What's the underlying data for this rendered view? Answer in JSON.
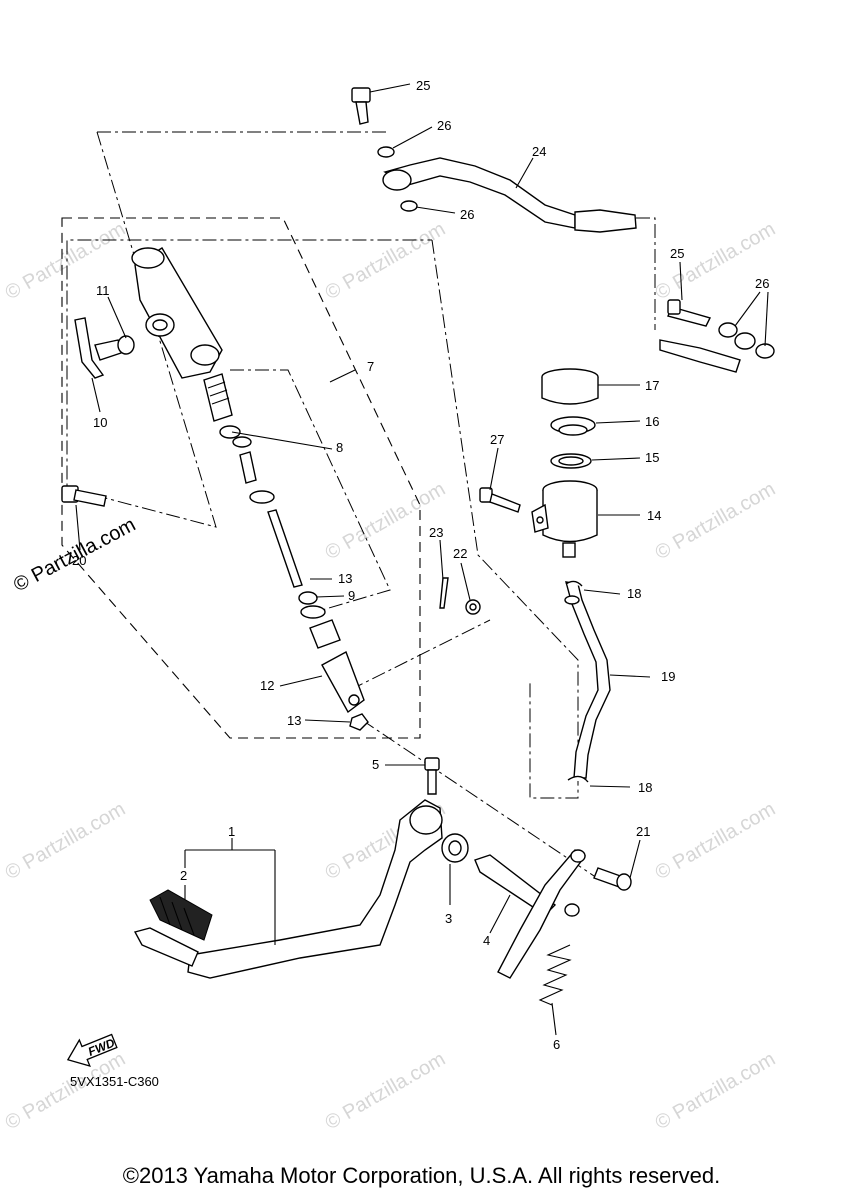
{
  "diagram": {
    "callouts": [
      "1",
      "2",
      "3",
      "4",
      "5",
      "6",
      "7",
      "8",
      "9",
      "10",
      "11",
      "12",
      "13",
      "13",
      "14",
      "15",
      "16",
      "17",
      "18",
      "18",
      "19",
      "20",
      "21",
      "22",
      "23",
      "24",
      "25",
      "25",
      "26",
      "26",
      "26",
      "27"
    ],
    "watermark": "© Partzilla.com",
    "fwd_label": "FWD",
    "drawing_code": "5VX1351-C360"
  },
  "footer": {
    "copyright": "©2013 Yamaha Motor Corporation, U.S.A. All rights reserved."
  }
}
